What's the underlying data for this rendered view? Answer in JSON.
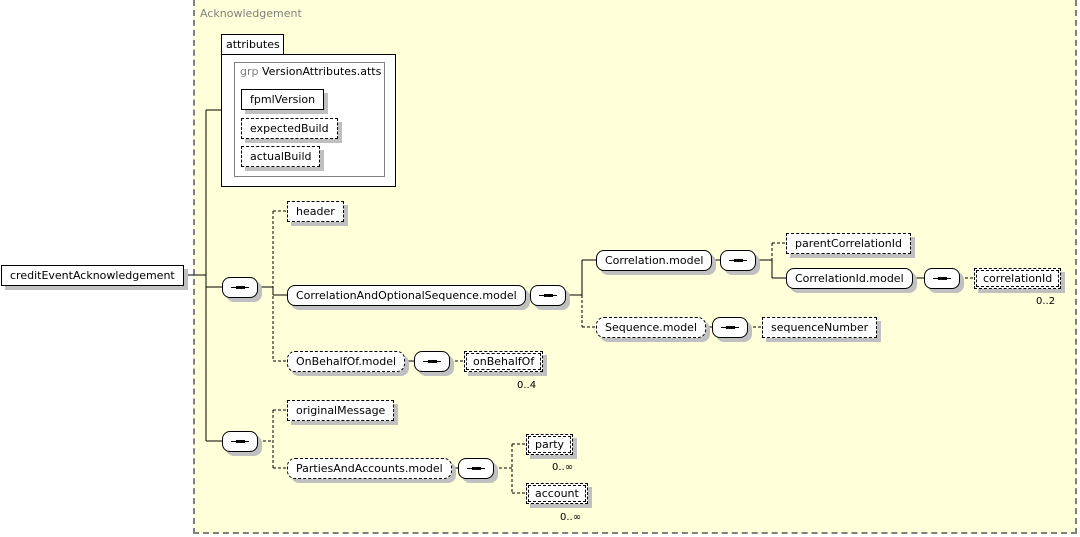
{
  "root": {
    "label": "creditEventAcknowledgement"
  },
  "complex_type": {
    "title": "Acknowledgement"
  },
  "attributes": {
    "tab_label": "attributes",
    "group_prefix": "grp",
    "group_name": "VersionAttributes.atts",
    "items": [
      {
        "label": "fpmlVersion",
        "required": true
      },
      {
        "label": "expectedBuild",
        "required": false
      },
      {
        "label": "actualBuild",
        "required": false
      }
    ]
  },
  "nodes": {
    "header": {
      "label": "header",
      "optional": true
    },
    "correlation_and_optional_sequence": {
      "label": "CorrelationAndOptionalSequence.model",
      "type": "group"
    },
    "correlation_model": {
      "label": "Correlation.model",
      "type": "group"
    },
    "parent_correlation_id": {
      "label": "parentCorrelationId",
      "optional": true
    },
    "correlation_id_model": {
      "label": "CorrelationId.model",
      "type": "group"
    },
    "correlation_id": {
      "label": "correlationId",
      "optional": true,
      "occurs": "0..2"
    },
    "sequence_model": {
      "label": "Sequence.model",
      "type": "group",
      "optional": true
    },
    "sequence_number": {
      "label": "sequenceNumber",
      "optional": true
    },
    "on_behalf_of_model": {
      "label": "OnBehalfOf.model",
      "type": "group",
      "optional": true
    },
    "on_behalf_of": {
      "label": "onBehalfOf",
      "optional": true,
      "occurs": "0..4"
    },
    "original_message": {
      "label": "originalMessage",
      "optional": true
    },
    "parties_and_accounts_model": {
      "label": "PartiesAndAccounts.model",
      "type": "group",
      "optional": true
    },
    "party": {
      "label": "party",
      "optional": true,
      "occurs": "0..∞"
    },
    "account": {
      "label": "account",
      "optional": true,
      "occurs": "0..∞"
    }
  }
}
